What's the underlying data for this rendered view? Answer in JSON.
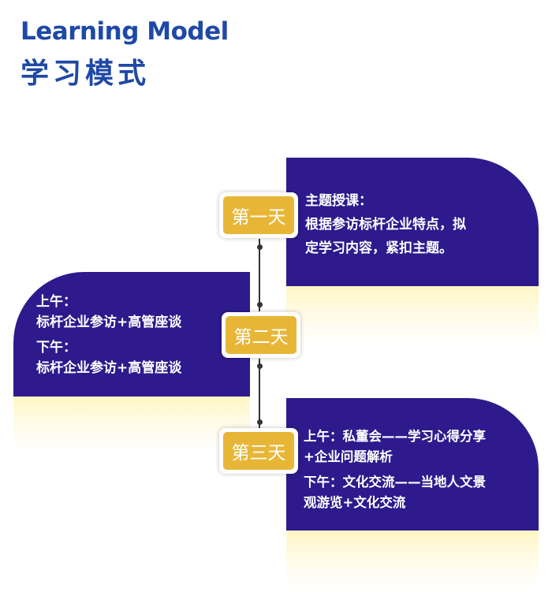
{
  "header": {
    "title_en": "Learning Model",
    "title_cn": "学习模式"
  },
  "days": [
    {
      "label": "第一天",
      "lines": [
        "主题授课：",
        "根据参访标杆企业特点，拟",
        "定学习内容，紧扣主题。"
      ]
    },
    {
      "label": "第二天",
      "lines": [
        "上午：",
        "标杆企业参访+高管座谈",
        "下午：",
        "标杆企业参访+高管座谈"
      ]
    },
    {
      "label": "第三天",
      "lines": [
        "上午：私董会——学习心得分享",
        "+企业问题解析",
        "下午：文化交流——当地人文景",
        "观游览+文化交流"
      ]
    }
  ],
  "colors": {
    "title": "#1f49a6",
    "card": "#2e1a8c",
    "badge": "#e8b637"
  }
}
